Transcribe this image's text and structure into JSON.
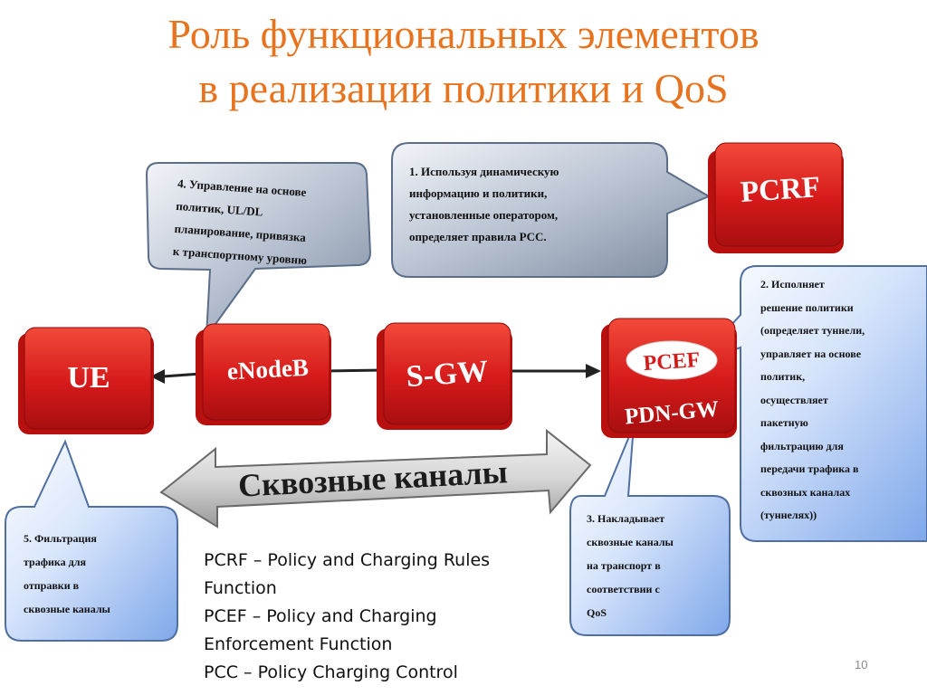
{
  "title": {
    "line1": "Роль функциональных элементов",
    "line2": "в реализации политики и QoS"
  },
  "nodes": {
    "ue": "UE",
    "enodeb": "eNodeB",
    "sgw": "S-GW",
    "pcef": "PCEF",
    "pdngw": "PDN-GW",
    "pcrf": "PCRF"
  },
  "bearer_label": "Сквозные каналы",
  "callouts": {
    "c1": [
      "1. Используя динамическую",
      "информацию и политики,",
      "установленные оператором,",
      "определяет правила PCC."
    ],
    "c2": [
      "2. Исполняет",
      "решение политики",
      "(определяет туннели,",
      "управляет на основе",
      "политик,",
      "осуществляет",
      "пакетную",
      "фильтрацию для",
      "передачи трафика в",
      "сквозных каналах",
      "(туннелях))"
    ],
    "c3": [
      "3. Накладывает",
      "сквозные каналы",
      "на транспорт в",
      "соответствии с",
      "QoS"
    ],
    "c4": [
      "4. Управление на основе",
      "политик, UL/DL",
      "планирование, привязка",
      "к транспортному уровню"
    ],
    "c5": [
      "5. Фильтрация",
      "трафика для",
      "отправки в",
      "сквозные каналы"
    ]
  },
  "legend": [
    "PCRF – Policy and Charging Rules",
    "Function",
    "PCEF – Policy and Charging",
    "Enforcement Function",
    "PCC – Policy Charging Control"
  ],
  "page_number": "10",
  "colors": {
    "title": "#e8731f",
    "node_red": "#d91e1e",
    "callout_blue": "#6f9fe8",
    "callout_grey": "#a7b3c4"
  }
}
